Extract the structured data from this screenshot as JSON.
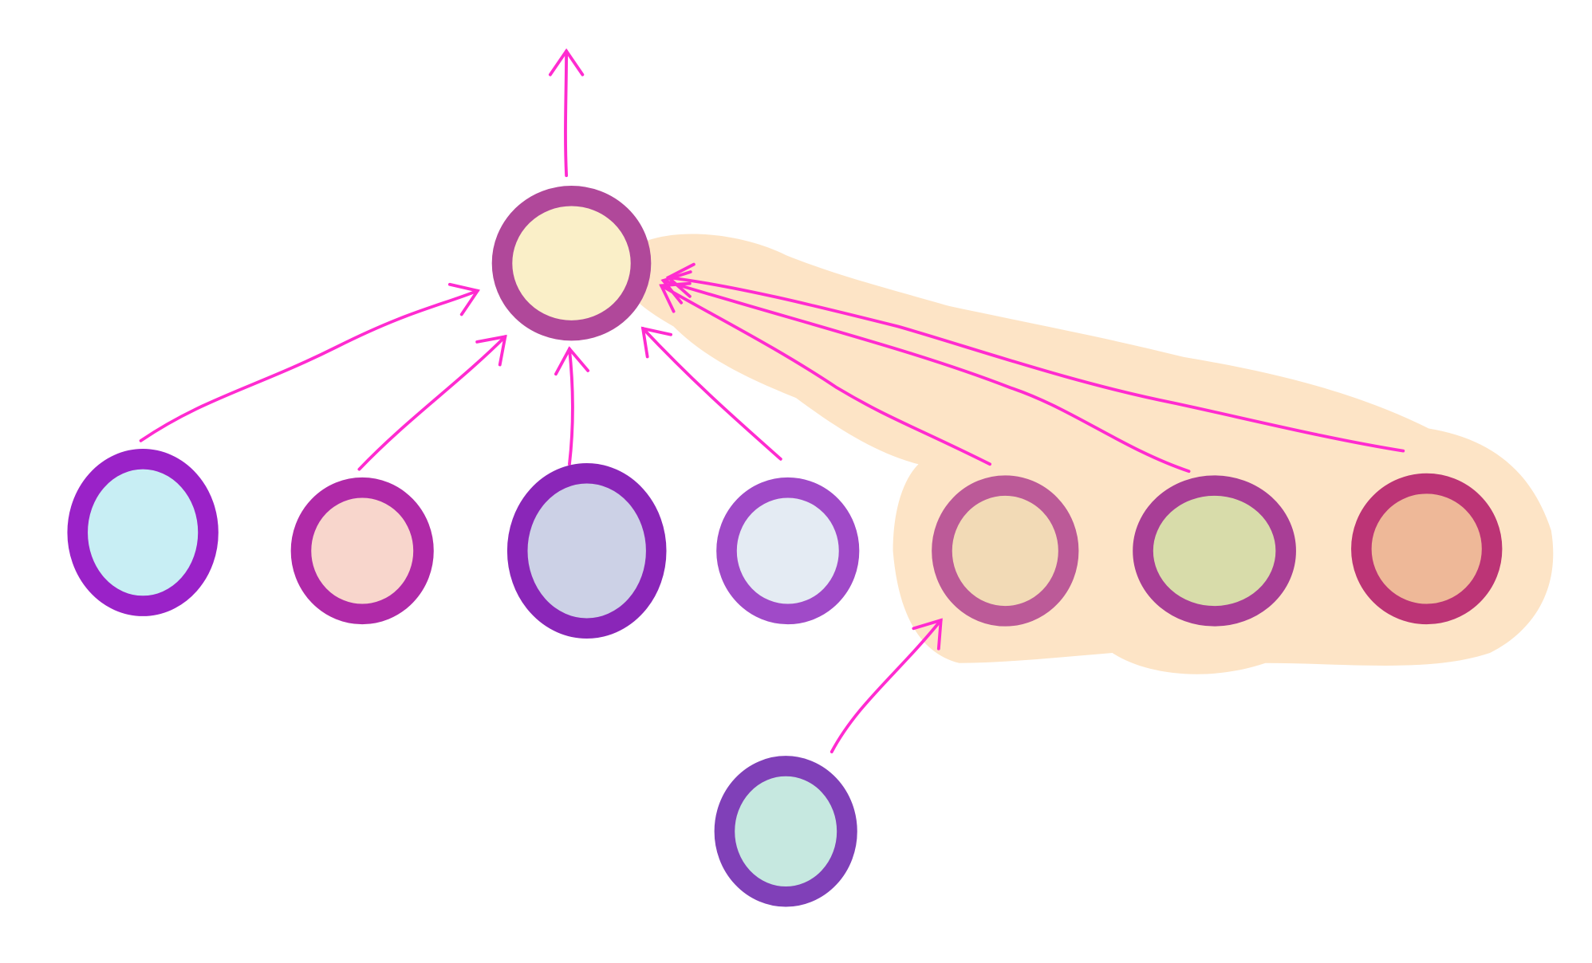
{
  "colors": {
    "edge": "#ff2bd0",
    "highlight": "#fde4c6",
    "background": "#ffffff"
  },
  "nodes": [
    {
      "id": "root",
      "fill": "#faefc8",
      "stroke": "#b0489a"
    },
    {
      "id": "child-1",
      "fill": "#c8eef4",
      "stroke": "#9a22c8"
    },
    {
      "id": "child-2",
      "fill": "#f8d6cc",
      "stroke": "#b02aa8"
    },
    {
      "id": "child-3",
      "fill": "#ccd1e6",
      "stroke": "#8a26b8"
    },
    {
      "id": "child-4",
      "fill": "#e4ebf3",
      "stroke": "#a04ac8"
    },
    {
      "id": "child-5",
      "fill": "#f2dab6",
      "stroke": "#bc5a98"
    },
    {
      "id": "child-6",
      "fill": "#d8dcaa",
      "stroke": "#a83e96"
    },
    {
      "id": "child-7",
      "fill": "#eeb898",
      "stroke": "#bc3476"
    },
    {
      "id": "grandchild",
      "fill": "#c6e8e0",
      "stroke": "#8040b8"
    }
  ],
  "edges": [
    {
      "from": "root",
      "to": "outside-up"
    },
    {
      "from": "child-1",
      "to": "root"
    },
    {
      "from": "child-2",
      "to": "root"
    },
    {
      "from": "child-3",
      "to": "root"
    },
    {
      "from": "child-4",
      "to": "root"
    },
    {
      "from": "child-5",
      "to": "root"
    },
    {
      "from": "child-6",
      "to": "root"
    },
    {
      "from": "child-7",
      "to": "root"
    },
    {
      "from": "grandchild",
      "to": "child-5"
    }
  ]
}
